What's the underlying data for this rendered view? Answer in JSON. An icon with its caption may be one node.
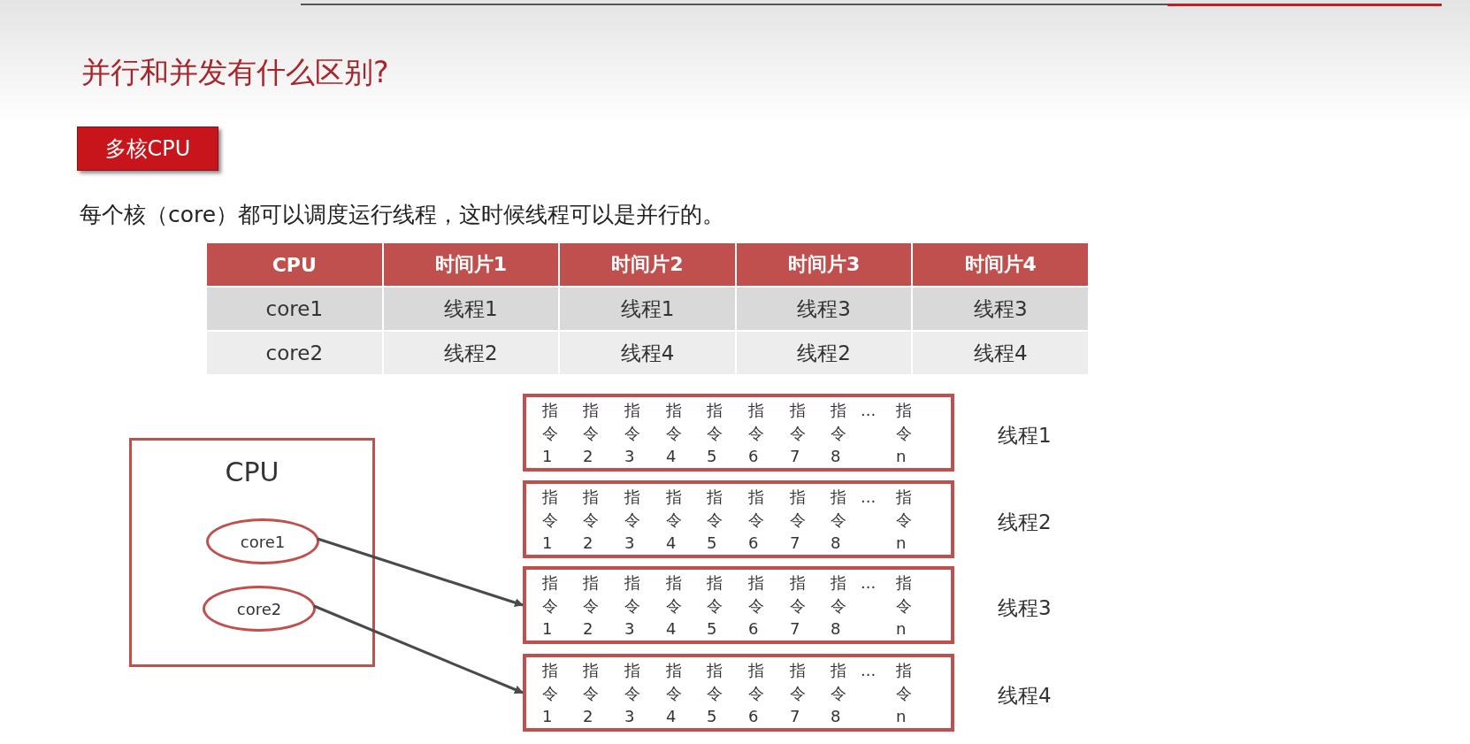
{
  "diagram": {
    "title": "并行和并发有什么区别?",
    "nodes": [
      {
        "text": [
          "多核CPU"
        ]
      },
      {
        "text": [
          "CPU"
        ]
      },
      {
        "text": [
          "core1"
        ],
        "in": 1
      },
      {
        "text": [
          "core2"
        ],
        "in": 1
      },
      {
        "text": [
          "指令1",
          "指令2",
          "指令3",
          "指令4",
          "指令5",
          "指令6",
          "指令7",
          "指令8",
          "...",
          "指令n"
        ],
        "beside": [
          "线程1"
        ]
      },
      {
        "text": [
          "指令1",
          "指令2",
          "指令3",
          "指令4",
          "指令5",
          "指令6",
          "指令7",
          "指令8",
          "...",
          "指令n"
        ],
        "beside": [
          "线程2"
        ]
      },
      {
        "text": [
          "指令1",
          "指令2",
          "指令3",
          "指令4",
          "指令5",
          "指令6",
          "指令7",
          "指令8",
          "...",
          "指令n"
        ],
        "beside": [
          "线程3"
        ]
      },
      {
        "text": [
          "指令1",
          "指令2",
          "指令3",
          "指令4",
          "指令5",
          "指令6",
          "指令7",
          "指令8",
          "...",
          "指令n"
        ],
        "beside": [
          "线程4"
        ]
      }
    ],
    "edges": [
      {
        "from": 2,
        "to": 6,
        "arrow": "to"
      },
      {
        "from": 3,
        "to": 7,
        "arrow": "to"
      }
    ],
    "labels": [
      "每个核（core）都可以调度运行线程，这时候线程可以是并行的。",
      "CPU",
      "时间片1",
      "时间片2",
      "时间片3",
      "时间片4",
      "core1",
      "线程1",
      "线程1",
      "线程3",
      "线程3",
      "core2",
      "线程2",
      "线程4",
      "线程2",
      "线程4"
    ]
  }
}
